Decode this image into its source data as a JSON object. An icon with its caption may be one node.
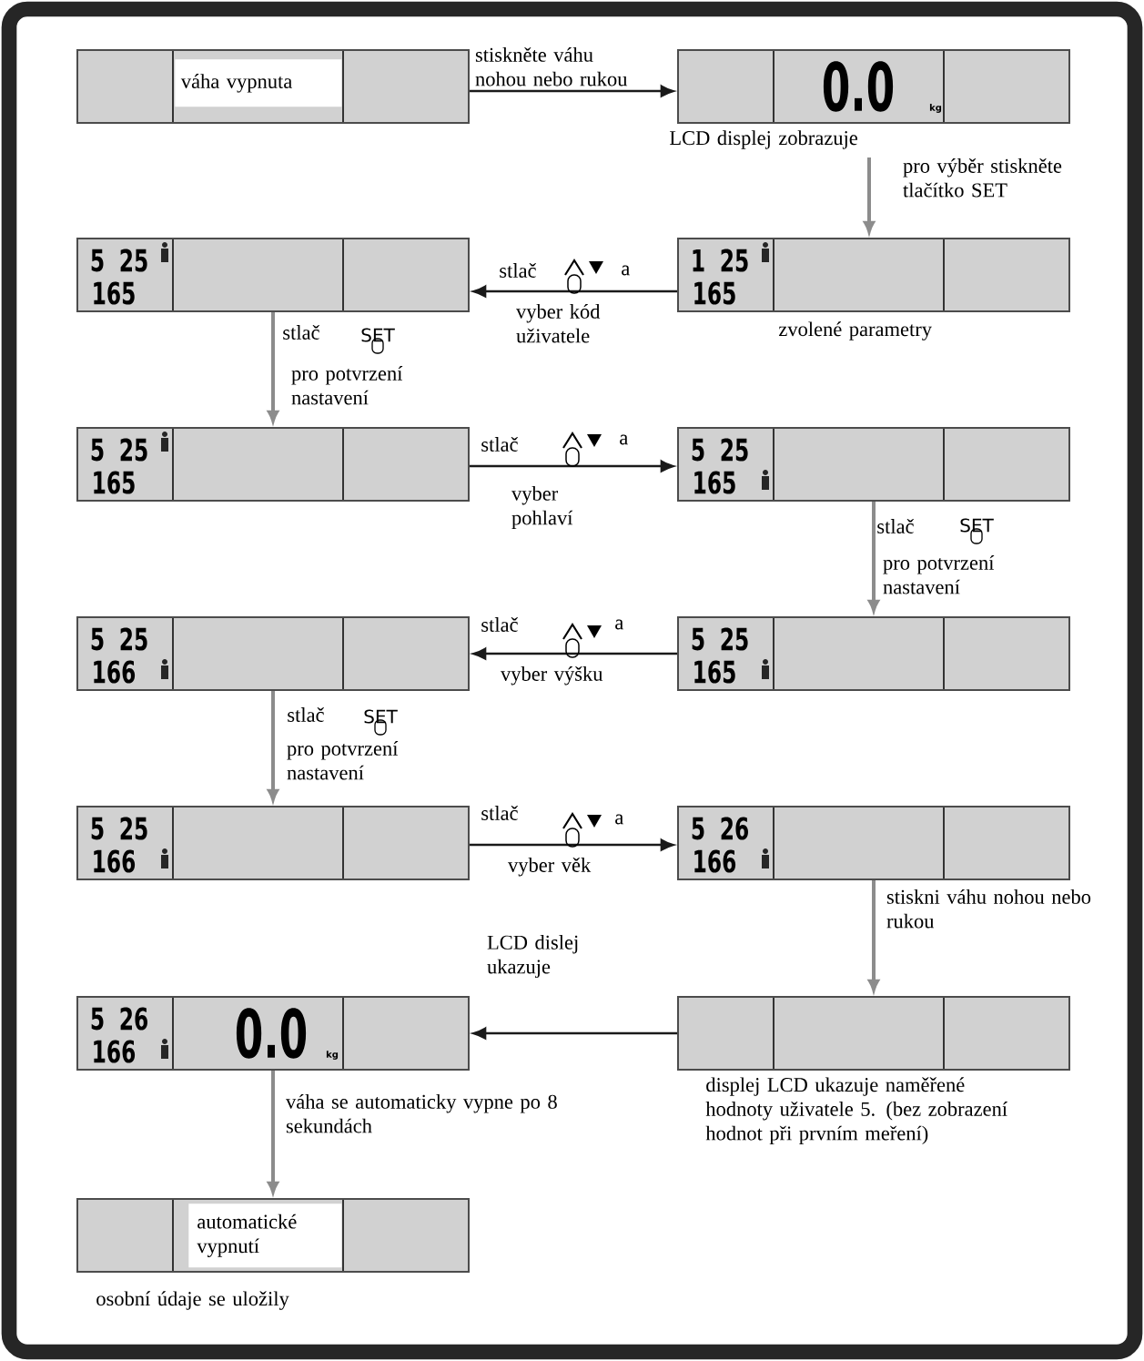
{
  "diagram": {
    "nodes": [
      {
        "text": [
          "váha vypnuta"
        ]
      },
      {
        "text": [
          "0.0",
          "kg"
        ],
        "beside": [
          "LCD displej zobrazuje"
        ]
      },
      {
        "text": [
          "5",
          "25",
          "165"
        ]
      },
      {
        "text": [
          "1",
          "25",
          "165"
        ],
        "beside": [
          "zvolené parametry"
        ]
      },
      {
        "text": [
          "5",
          "25",
          "165"
        ]
      },
      {
        "text": [
          "5",
          "25",
          "165"
        ]
      },
      {
        "text": [
          "5",
          "25",
          "166"
        ]
      },
      {
        "text": [
          "5",
          "25",
          "165"
        ]
      },
      {
        "text": [
          "5",
          "25",
          "166"
        ]
      },
      {
        "text": [
          "5",
          "26",
          "166"
        ]
      },
      {
        "text": [
          "5",
          "26",
          "166",
          "0.0",
          "kg"
        ]
      },
      {
        "text": [],
        "shape": "box",
        "beside": [
          "displej LCD ukazuje naměřené hodnoty uživatele 5. (bez zobrazení hodnot při prvním meření)"
        ]
      },
      {
        "text": [
          "automatické vypnutí"
        ],
        "beside": [
          "osobní údaje se uložily"
        ]
      }
    ],
    "edges": [
      {
        "from": 0,
        "to": 1,
        "arrow": "to",
        "label": "stiskněte váhu nohou nebo rukou"
      },
      {
        "from": 1,
        "to": 3,
        "arrow": "to",
        "label": "pro výběr stiskněte tlačítko SET",
        "color": "#8c8c8c"
      },
      {
        "from": 3,
        "to": 2,
        "arrow": "to",
        "label": "vyber kód uživatele"
      },
      {
        "from": 2,
        "to": 4,
        "arrow": "to",
        "label": "pro potvrzení nastavení",
        "color": "#8c8c8c"
      },
      {
        "from": 4,
        "to": 5,
        "arrow": "to",
        "label": "vyber pohlaví"
      },
      {
        "from": 5,
        "to": 7,
        "arrow": "to",
        "label": "pro potvrzení nastavení",
        "color": "#8c8c8c"
      },
      {
        "from": 7,
        "to": 6,
        "arrow": "to",
        "label": "vyber výšku"
      },
      {
        "from": 6,
        "to": 8,
        "arrow": "to",
        "label": "pro potvrzení nastavení",
        "color": "#8c8c8c"
      },
      {
        "from": 8,
        "to": 9,
        "arrow": "to",
        "label": "vyber věk"
      },
      {
        "from": 9,
        "to": 11,
        "arrow": "to",
        "label": "stiskni váhu nohou nebo rukou",
        "color": "#8c8c8c"
      },
      {
        "from": 11,
        "to": 10,
        "arrow": "to",
        "label": "LCD dislej ukazuje"
      },
      {
        "from": 10,
        "to": 12,
        "arrow": "to",
        "label": "váha se automaticky vypne po 8 sekundách",
        "color": "#8c8c8c"
      }
    ],
    "labels": [
      "stlač",
      "a",
      "stlač",
      "SET",
      "stlač",
      "a",
      "stlač",
      "SET",
      "stlač",
      "a",
      "stlač",
      "SET",
      "stlač",
      "a"
    ]
  }
}
